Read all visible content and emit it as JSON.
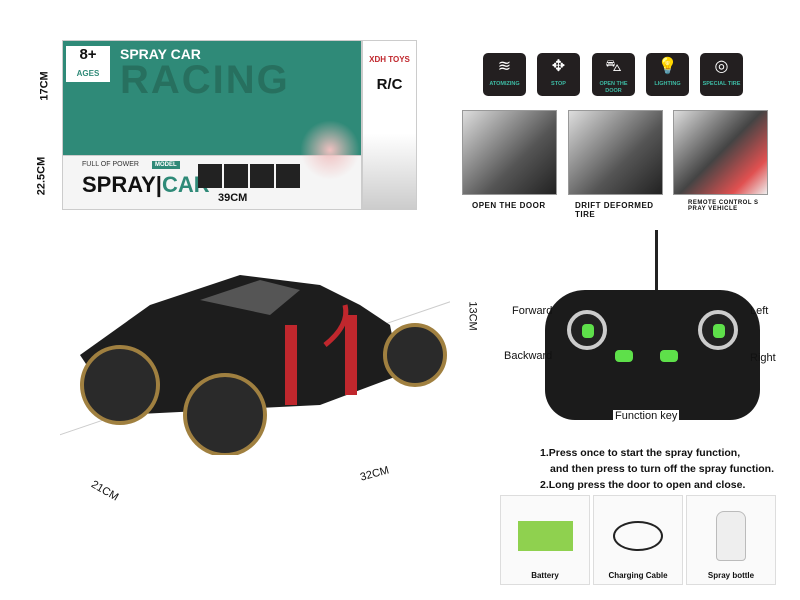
{
  "box": {
    "age": "8+",
    "age_label": "AGES",
    "brand_title": "SPRAY CAR",
    "watermark": "RACING",
    "tagline": "FULL OF POWER",
    "product_name": "SPRAY",
    "product_name_2": "CAR",
    "model_badge": "MODEL",
    "maker": "XDH TOYS",
    "rc_logo": "R/C"
  },
  "box_dims": {
    "height": "17CM",
    "depth": "22.5CM",
    "width": "39CM"
  },
  "features": [
    {
      "label": "ATOMIZING",
      "icon": "spray-icon"
    },
    {
      "label": "STOP",
      "icon": "arrows-icon"
    },
    {
      "label": "OPEN THE DOOR",
      "icon": "car-door-icon"
    },
    {
      "label": "LIGHTING",
      "icon": "lightbulb-icon"
    },
    {
      "label": "SPECIAL TIRE",
      "icon": "tire-icon"
    }
  ],
  "photos": [
    {
      "caption": "OPEN THE DOOR"
    },
    {
      "caption": "DRIFT DEFORMED TIRE"
    },
    {
      "caption": "REMOTE CONTROL S PRAY VEHICLE"
    }
  ],
  "car_dims": {
    "height": "13CM",
    "depth": "21CM",
    "length": "32CM"
  },
  "remote": {
    "forward": "Forward",
    "backward": "Backward",
    "left": "Left",
    "right": "Right",
    "function_key": "Function key"
  },
  "instructions": [
    "1.Press once to start the spray function,",
    "and then press to turn off the spray function.",
    "2.Long press the door to open and close."
  ],
  "accessories": [
    {
      "label": "Battery"
    },
    {
      "label": "Charging Cable"
    },
    {
      "label": "Spray bottle"
    }
  ],
  "colors": {
    "teal": "#2f8a78",
    "accent_green": "#5ee04a",
    "red_arrow": "#c0272d"
  }
}
